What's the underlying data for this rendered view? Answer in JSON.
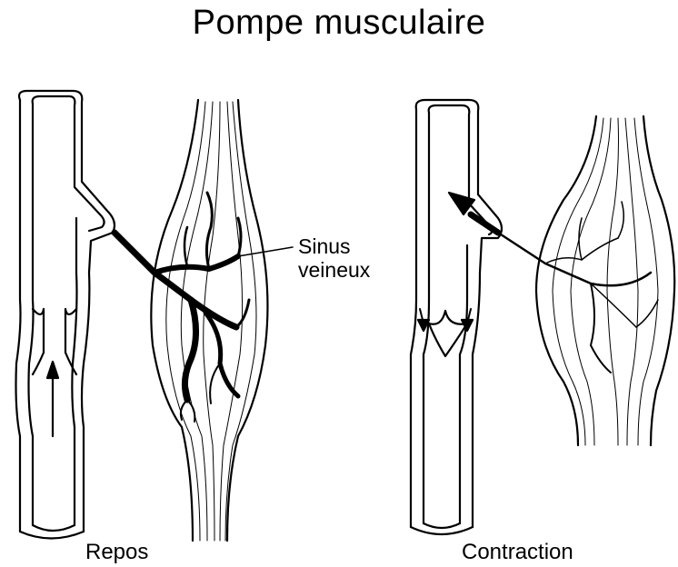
{
  "title": "Pompe musculaire",
  "labels": {
    "left_panel": "Repos",
    "right_panel": "Contraction",
    "sinus_line1": "Sinus",
    "sinus_line2": "veineux"
  },
  "colors": {
    "ink": "#000000",
    "background": "#ffffff"
  }
}
